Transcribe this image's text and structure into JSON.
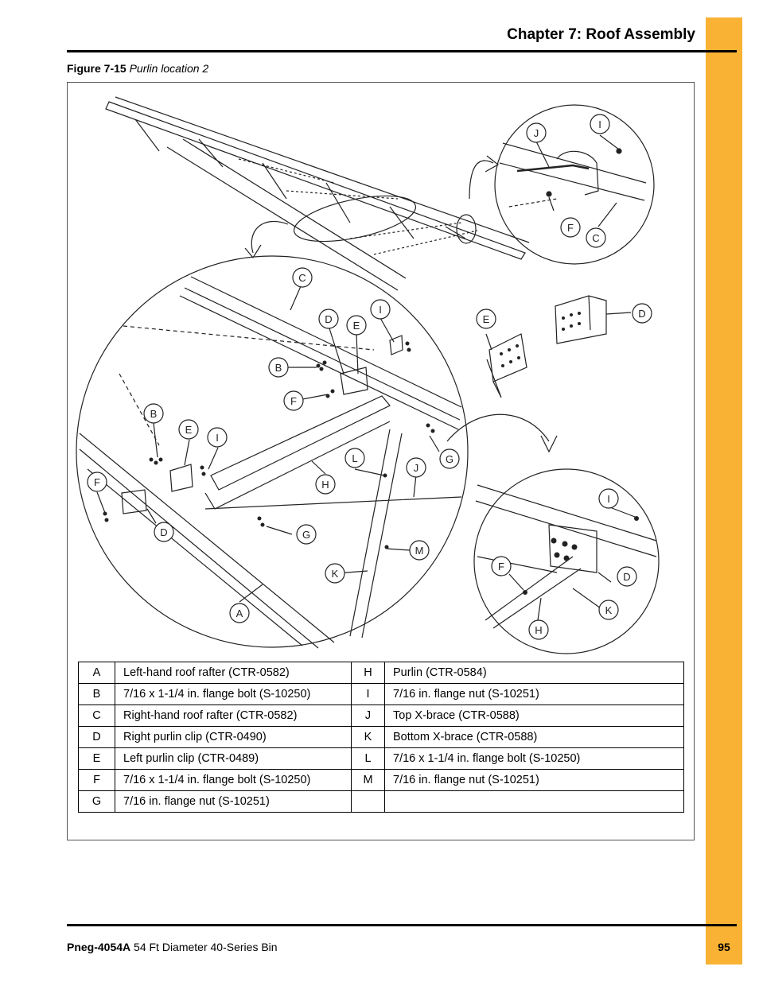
{
  "header": {
    "chapter_title": "Chapter 7: Roof Assembly"
  },
  "figure": {
    "number": "Figure 7-15",
    "title": "Purlin location 2",
    "callouts": [
      "A",
      "B",
      "C",
      "D",
      "E",
      "F",
      "G",
      "H",
      "I",
      "J",
      "K",
      "L",
      "M"
    ]
  },
  "legend": [
    {
      "key1": "A",
      "desc1": "Left-hand roof rafter (CTR-0582)",
      "key2": "H",
      "desc2": "Purlin (CTR-0584)"
    },
    {
      "key1": "B",
      "desc1": "7/16 x 1-1/4 in. flange bolt (S-10250)",
      "key2": "I",
      "desc2": "7/16 in. flange nut (S-10251)"
    },
    {
      "key1": "C",
      "desc1": "Right-hand roof rafter (CTR-0582)",
      "key2": "J",
      "desc2": "Top X-brace (CTR-0588)"
    },
    {
      "key1": "D",
      "desc1": "Right purlin clip (CTR-0490)",
      "key2": "K",
      "desc2": "Bottom X-brace (CTR-0588)"
    },
    {
      "key1": "E",
      "desc1": "Left purlin clip (CTR-0489)",
      "key2": "L",
      "desc2": "7/16 x 1-1/4 in. flange bolt (S-10250)"
    },
    {
      "key1": "F",
      "desc1": "7/16 x 1-1/4 in. flange bolt (S-10250)",
      "key2": "M",
      "desc2": "7/16 in. flange nut (S-10251)"
    },
    {
      "key1": "G",
      "desc1": "7/16 in. flange nut (S-10251)",
      "key2": "",
      "desc2": ""
    }
  ],
  "footer": {
    "doc_number": "Pneg-4054A",
    "doc_title": "54 Ft Diameter 40-Series Bin",
    "page_number": "95"
  },
  "colors": {
    "accent_tab": "#f9b233",
    "rule": "#000000"
  }
}
